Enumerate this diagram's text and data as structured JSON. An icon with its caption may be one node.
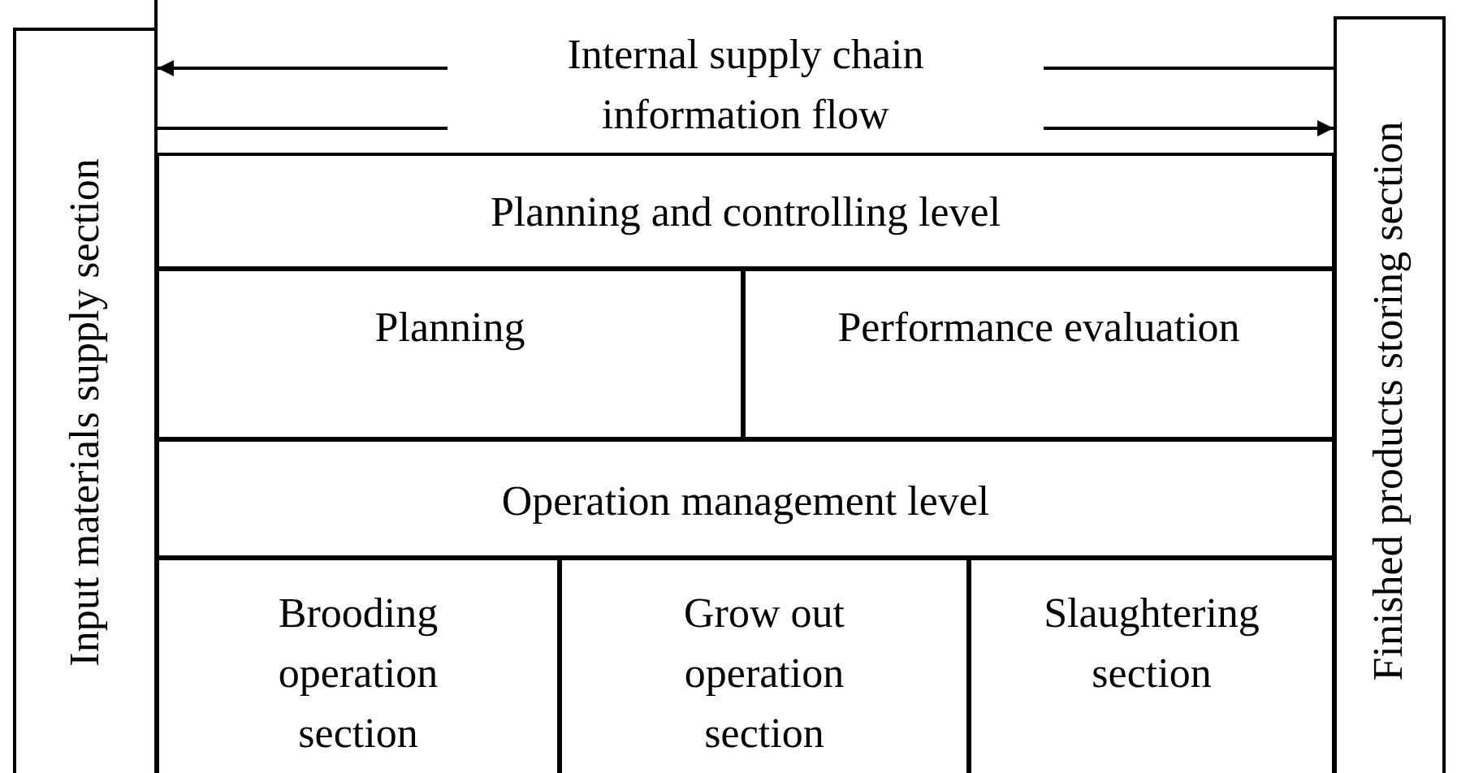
{
  "diagram": {
    "nodes": [
      {
        "text": [
          "Input materials supply section"
        ]
      },
      {
        "text": [
          "Finished products storing section"
        ]
      },
      {
        "text": [
          "Planning and controlling level"
        ]
      },
      {
        "text": [
          "Planning"
        ]
      },
      {
        "text": [
          "Performance evaluation"
        ]
      },
      {
        "text": [
          "Operation management level"
        ]
      },
      {
        "text": [
          "Brooding operation section"
        ]
      },
      {
        "text": [
          "Grow out operation section"
        ]
      },
      {
        "text": [
          "Slaughtering section"
        ]
      }
    ],
    "edges": [
      {
        "from": 1,
        "to": 0,
        "arrow": "to",
        "label": "Internal supply chain"
      },
      {
        "from": 0,
        "to": 1,
        "arrow": "to",
        "label": "information flow"
      }
    ]
  }
}
